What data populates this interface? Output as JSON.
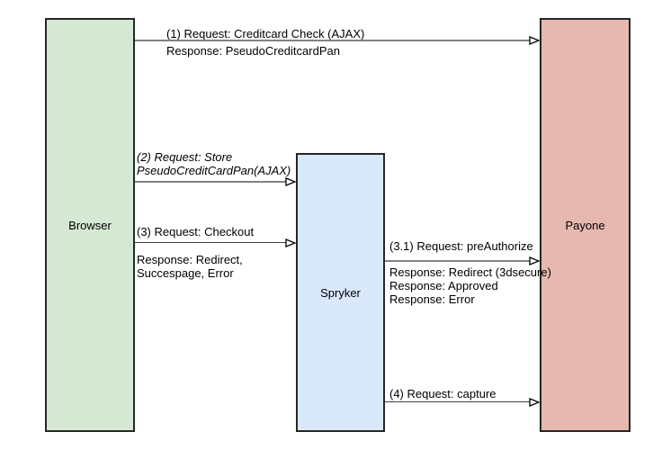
{
  "diagram": {
    "actors": [
      {
        "id": "browser",
        "label": "Browser",
        "fill": "#d5e8d4"
      },
      {
        "id": "spryker",
        "label": "Spryker",
        "fill": "#dae8fc"
      },
      {
        "id": "payone",
        "label": "Payone",
        "fill": "#e6b8af"
      }
    ],
    "messages": [
      {
        "id": "1",
        "from": "browser",
        "to": "payone",
        "request": "(1) Request: Creditcard Check (AJAX)",
        "response": "Response: PseudoCreditcardPan"
      },
      {
        "id": "2",
        "from": "browser",
        "to": "spryker",
        "request": "(2) Request: Store\nPseudoCreditCardPan(AJAX)",
        "response": ""
      },
      {
        "id": "3",
        "from": "browser",
        "to": "spryker",
        "request": "(3) Request: Checkout",
        "response": "Response: Redirect,\nSuccespage, Error"
      },
      {
        "id": "3.1",
        "from": "spryker",
        "to": "payone",
        "request": "(3.1) Request: preAuthorize",
        "response": "Response: Redirect (3dsecure)\nResponse: Approved\nResponse: Error"
      },
      {
        "id": "4",
        "from": "spryker",
        "to": "payone",
        "request": "(4) Request: capture",
        "response": ""
      }
    ],
    "colors": {
      "browser_fill": "#d5e8d4",
      "spryker_fill": "#dae8fc",
      "payone_fill": "#e6b8af",
      "box_border": "#262626",
      "arrow_gray": "#828282",
      "arrow_dark": "#404040"
    }
  }
}
